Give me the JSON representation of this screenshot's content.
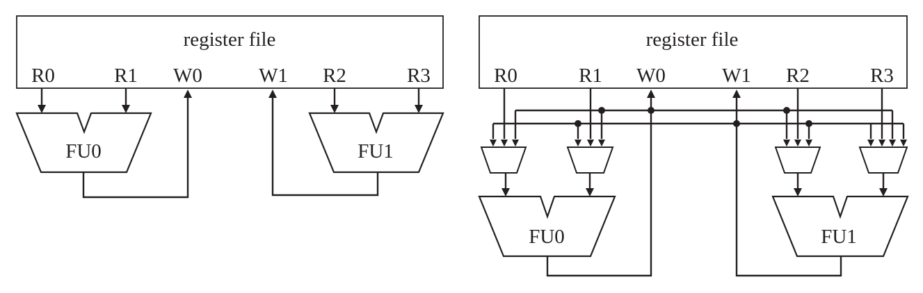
{
  "left_diagram": {
    "register_file": {
      "title": "register file",
      "ports": [
        "R0",
        "R1",
        "W0",
        "W1",
        "R2",
        "R3"
      ]
    },
    "units": [
      "FU0",
      "FU1"
    ]
  },
  "right_diagram": {
    "register_file": {
      "title": "register file",
      "ports": [
        "R0",
        "R1",
        "W0",
        "W1",
        "R2",
        "R3"
      ]
    },
    "units": [
      "FU0",
      "FU1"
    ]
  }
}
